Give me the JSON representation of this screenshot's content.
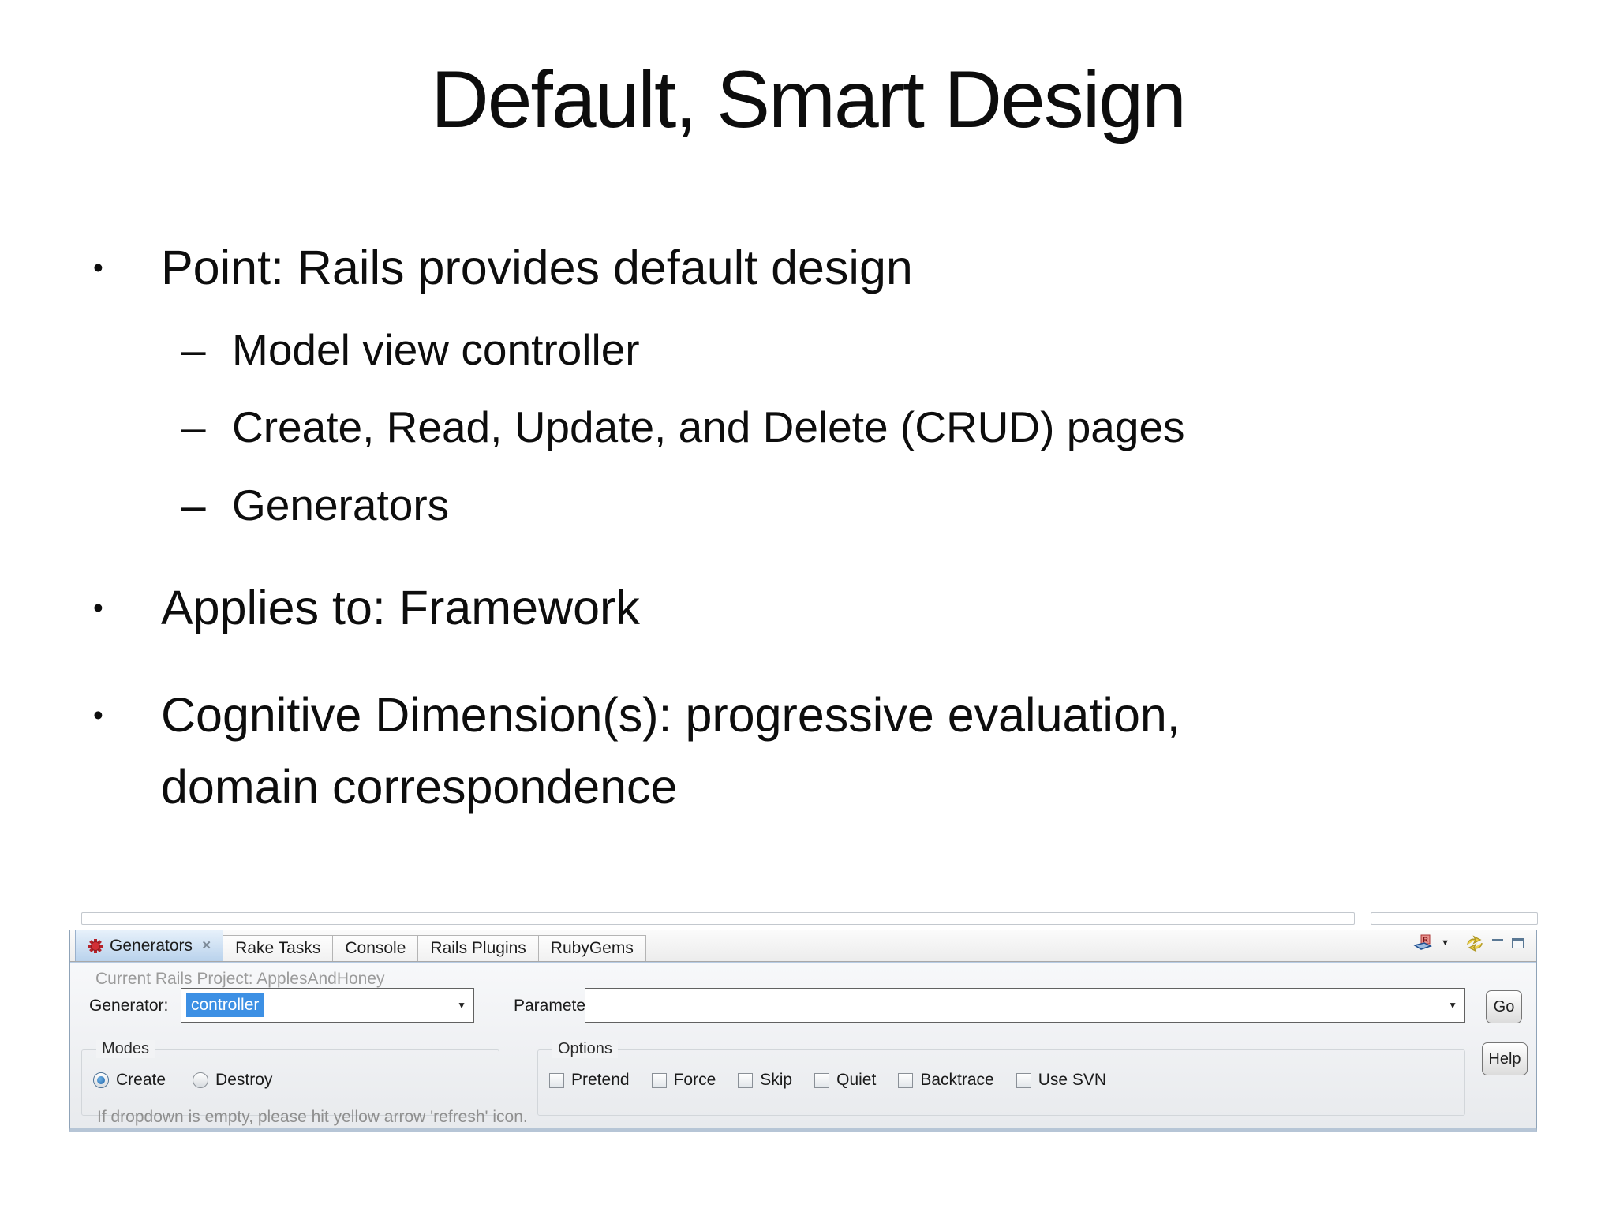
{
  "slide": {
    "title": "Default, Smart Design",
    "bullets": [
      {
        "level": "1",
        "text": "Point: Rails provides default design"
      },
      {
        "level": "2",
        "text": "Model view controller"
      },
      {
        "level": "2",
        "text": "Create, Read, Update, and Delete (CRUD) pages"
      },
      {
        "level": "2",
        "text": "Generators"
      },
      {
        "level": "1",
        "text": "Applies to: Framework"
      },
      {
        "level": "1",
        "text": "Cognitive Dimension(s): progressive evaluation, domain correspondence"
      }
    ]
  },
  "ide": {
    "tabs": [
      {
        "label": "Generators",
        "active": true
      },
      {
        "label": "Rake Tasks",
        "active": false
      },
      {
        "label": "Console",
        "active": false
      },
      {
        "label": "Rails Plugins",
        "active": false
      },
      {
        "label": "RubyGems",
        "active": false
      }
    ],
    "close_glyph": "×",
    "toolbar_icons": [
      "rails-view-menu-icon",
      "dropdown-chevron-icon",
      "yellow-refresh-icon",
      "minimize-icon",
      "maximize-icon"
    ],
    "project_label": "Current Rails Project: ApplesAndHoney",
    "generator": {
      "label": "Generator:",
      "value": "controller"
    },
    "parameters": {
      "label": "Parameters:",
      "value": ""
    },
    "go_label": "Go",
    "help_label": "Help",
    "modes": {
      "label": "Modes",
      "options": [
        {
          "label": "Create",
          "selected": true
        },
        {
          "label": "Destroy",
          "selected": false
        }
      ]
    },
    "options": {
      "label": "Options",
      "checkboxes": [
        "Pretend",
        "Force",
        "Skip",
        "Quiet",
        "Backtrace",
        "Use SVN"
      ]
    },
    "status": "If dropdown is empty, please hit yellow arrow 'refresh' icon.",
    "colors": {
      "selection": "#3d90e4",
      "active_tab": "#b9d2ec",
      "tab_icon_red": "#c1252b",
      "refresh_icon_yellow": "#e8c93e"
    }
  }
}
